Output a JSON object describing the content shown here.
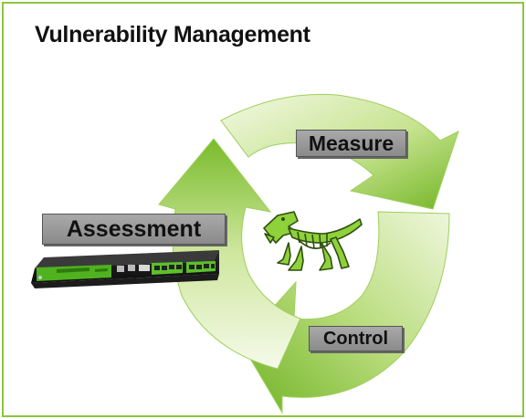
{
  "title": "Vulnerability Management",
  "stages": {
    "measure": "Measure",
    "assessment": "Assessment",
    "control": "Control"
  },
  "colors": {
    "frame_border": "#8cc63f",
    "arrow_light": "#eef7dc",
    "arrow_dark": "#7cbc2a",
    "label_box": "#9a9a9a",
    "dino": "#8fd13a"
  },
  "images": [
    "security-appliance",
    "dinosaur-skeleton-mascot"
  ]
}
